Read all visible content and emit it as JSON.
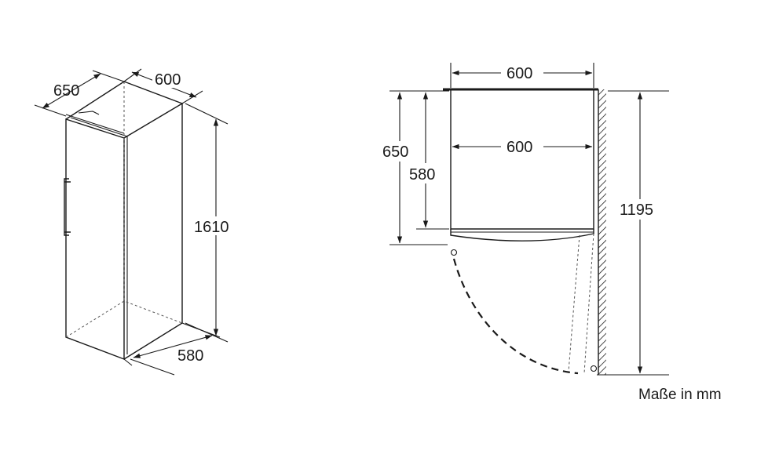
{
  "iso_view": {
    "depth_label": "650",
    "width_label": "600",
    "height_label": "1610",
    "inner_depth_label": "580"
  },
  "plan_view": {
    "width_top_label": "600",
    "inner_width_label": "600",
    "depth_label": "650",
    "inner_depth_label": "580",
    "door_open_depth_label": "1195"
  },
  "caption": "Maße in mm"
}
